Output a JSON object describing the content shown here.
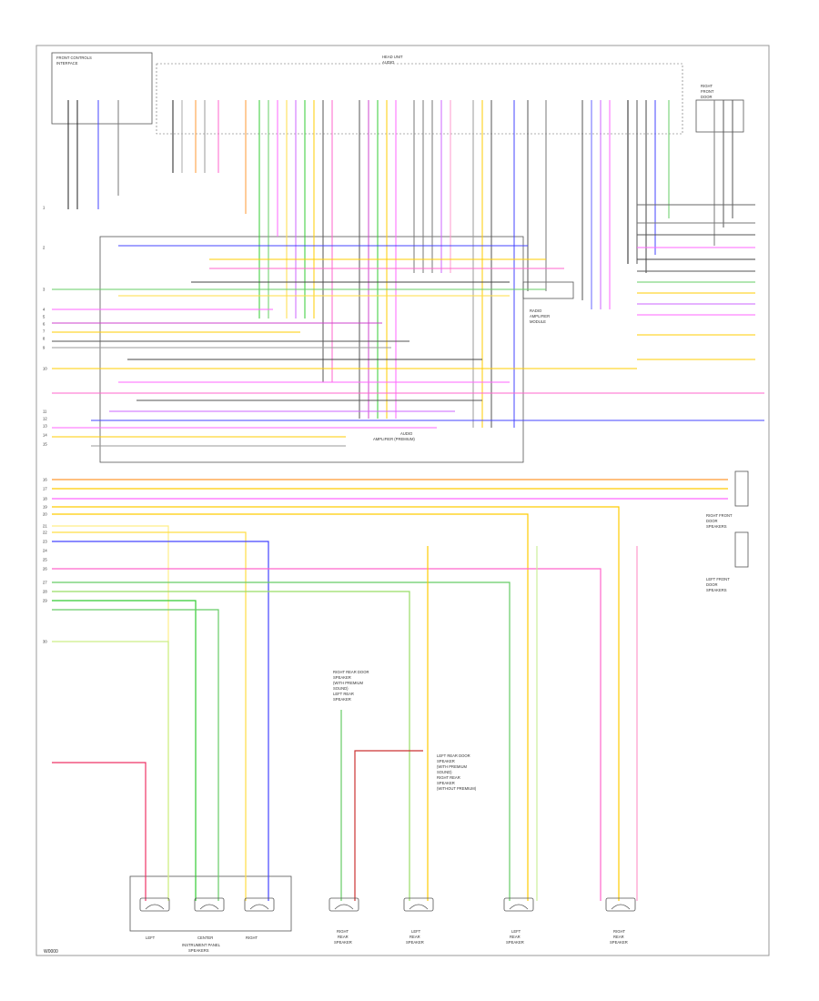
{
  "diagram": {
    "doc_id": "W0000",
    "components": {
      "head_unit": [
        "HEAD UNIT",
        "AUDIO"
      ],
      "top_left": [
        "FRONT CONTROLS",
        "INTERFACE"
      ],
      "right_top": [
        "RIGHT",
        "FRONT",
        "DOOR"
      ],
      "center_module": [
        "RADIO",
        "AMPLIFIER",
        "MODULE"
      ],
      "mid_module": [
        "AUDIO",
        "AMPLIFIER (PREMIUM)"
      ],
      "right_front_door_speakers": [
        "RIGHT FRONT",
        "DOOR",
        "SPEAKERS"
      ],
      "left_front_door_speakers": [
        "LEFT FRONT",
        "DOOR",
        "SPEAKERS"
      ],
      "note_block": [
        "RIGHT REAR DOOR",
        "SPEAKER",
        "(WITH PREMIUM",
        "SOUND)",
        "LEFT REAR",
        "SPEAKER"
      ],
      "note_block_2": [
        "LEFT REAR DOOR",
        "SPEAKER",
        "(WITH PREMIUM",
        "SOUND)",
        "RIGHT REAR",
        "SPEAKER",
        "(WITHOUT PREMIUM)"
      ],
      "dash_group": [
        "INSTRUMENT PANEL",
        "SPEAKERS"
      ],
      "dash_speakers": [
        "LEFT",
        "CENTER",
        "RIGHT"
      ],
      "rear_speakers": [
        [
          "RIGHT",
          "REAR",
          "SPEAKER"
        ],
        [
          "LEFT",
          "REAR",
          "SPEAKER"
        ],
        [
          "LEFT",
          "REAR",
          "SPEAKER"
        ],
        [
          "RIGHT",
          "REAR",
          "SPEAKER"
        ]
      ]
    },
    "row_labels_left": [
      "1",
      "2",
      "3",
      "4",
      "5",
      "6",
      "7",
      "8",
      "9",
      "10",
      "11",
      "12",
      "13",
      "14",
      "15",
      "16",
      "17",
      "18",
      "19",
      "20",
      "21",
      "22",
      "23",
      "24",
      "25",
      "26",
      "27",
      "28",
      "29",
      "30"
    ],
    "wire_colors": [
      "ORG/GRN",
      "WHT/BLU",
      "BLK",
      "YEL",
      "GRN",
      "VIO/WHT",
      "GRY",
      "LT BLU",
      "PNK/BLK",
      "BRN/WHT",
      "TAN",
      "DK BLU",
      "WHT/VIO",
      "RED/BLK",
      "GRN/YEL",
      "VIO"
    ]
  }
}
